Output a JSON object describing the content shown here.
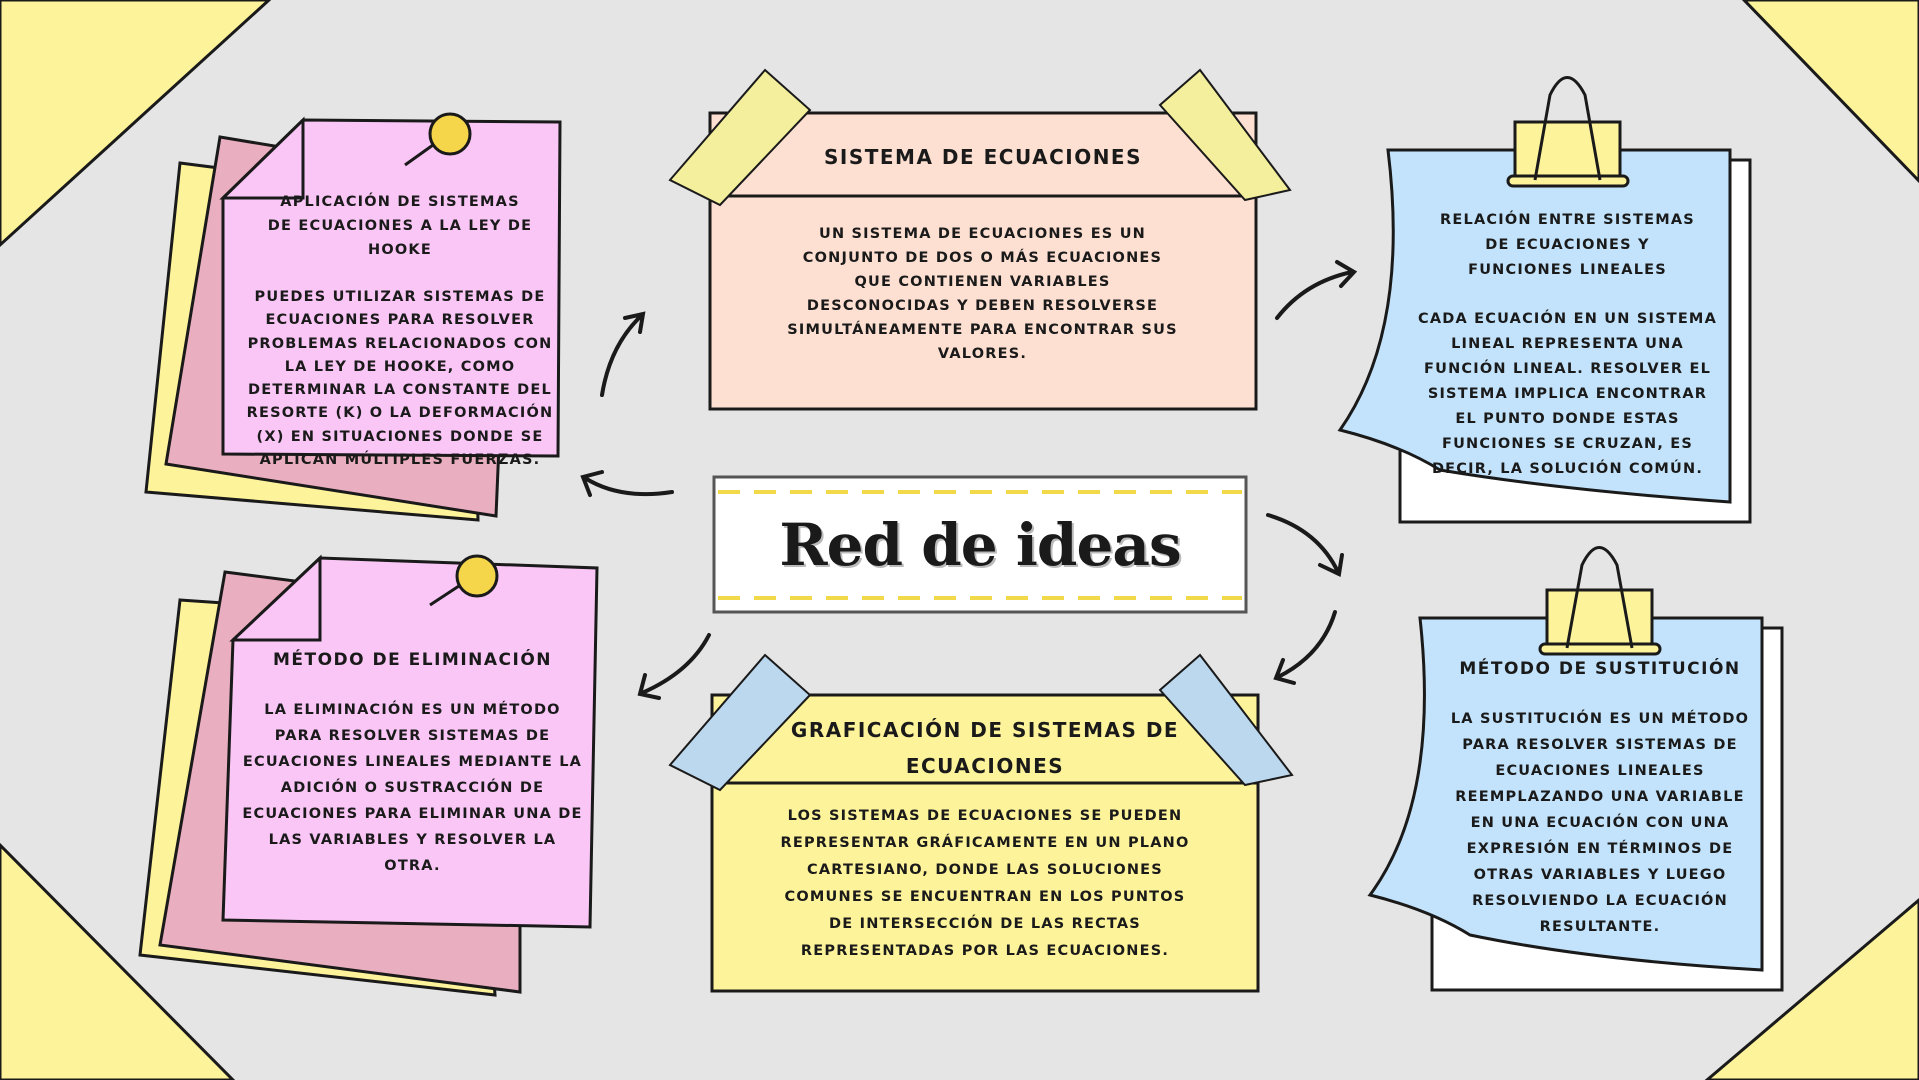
{
  "title": "Red de ideas",
  "colors": {
    "background": "#e5e5e5",
    "corner_yellow": "#fdf39a",
    "pink_note": "#f9c6f6",
    "rose_back": "#e9aec0",
    "yellow_back": "#fdf39a",
    "blue_note": "#c2e3fb",
    "peach_box": "#fde0d2",
    "yellow_box": "#fdf39a"
  },
  "top_center": {
    "heading": "SISTEMA DE ECUACIONES",
    "body": "UN SISTEMA DE ECUACIONES ES UN CONJUNTO DE DOS O MÁS ECUACIONES QUE CONTIENEN VARIABLES DESCONOCIDAS Y DEBEN RESOLVERSE SIMULTÁNEAMENTE PARA ENCONTRAR SUS VALORES."
  },
  "bottom_center": {
    "heading": "GRAFICACIÓN DE SISTEMAS DE ECUACIONES",
    "body": "LOS SISTEMAS DE ECUACIONES SE PUEDEN REPRESENTAR GRÁFICAMENTE EN UN PLANO CARTESIANO, DONDE LAS SOLUCIONES COMUNES SE ENCUENTRAN EN LOS PUNTOS DE INTERSECCIÓN DE LAS RECTAS REPRESENTADAS POR LAS ECUACIONES."
  },
  "top_left": {
    "heading": "APLICACIÓN DE SISTEMAS DE ECUACIONES A LA LEY DE HOOKE",
    "body": "PUEDES UTILIZAR SISTEMAS DE ECUACIONES PARA RESOLVER PROBLEMAS RELACIONADOS CON LA LEY DE HOOKE, COMO DETERMINAR LA CONSTANTE DEL RESORTE (K) O LA DEFORMACIÓN (X) EN SITUACIONES DONDE SE APLICAN MÚLTIPLES FUERZAS."
  },
  "bottom_left": {
    "heading": "MÉTODO DE ELIMINACIÓN",
    "body": "LA ELIMINACIÓN ES UN MÉTODO PARA RESOLVER SISTEMAS DE ECUACIONES LINEALES MEDIANTE LA ADICIÓN O SUSTRACCIÓN DE ECUACIONES PARA ELIMINAR UNA DE LAS VARIABLES Y RESOLVER LA OTRA."
  },
  "top_right": {
    "heading": "RELACIÓN ENTRE SISTEMAS DE ECUACIONES Y FUNCIONES LINEALES",
    "body": "CADA ECUACIÓN EN UN SISTEMA LINEAL REPRESENTA UNA FUNCIÓN LINEAL. RESOLVER EL SISTEMA IMPLICA ENCONTRAR EL PUNTO DONDE ESTAS FUNCIONES SE CRUZAN, ES DECIR, LA SOLUCIÓN COMÚN."
  },
  "bottom_right": {
    "heading": "MÉTODO DE SUSTITUCIÓN",
    "body": "LA SUSTITUCIÓN ES UN MÉTODO PARA RESOLVER SISTEMAS DE ECUACIONES LINEALES REEMPLAZANDO UNA VARIABLE EN UNA ECUACIÓN CON UNA EXPRESIÓN EN TÉRMINOS DE OTRAS VARIABLES Y LUEGO RESOLVIENDO LA ECUACIÓN RESULTANTE."
  }
}
